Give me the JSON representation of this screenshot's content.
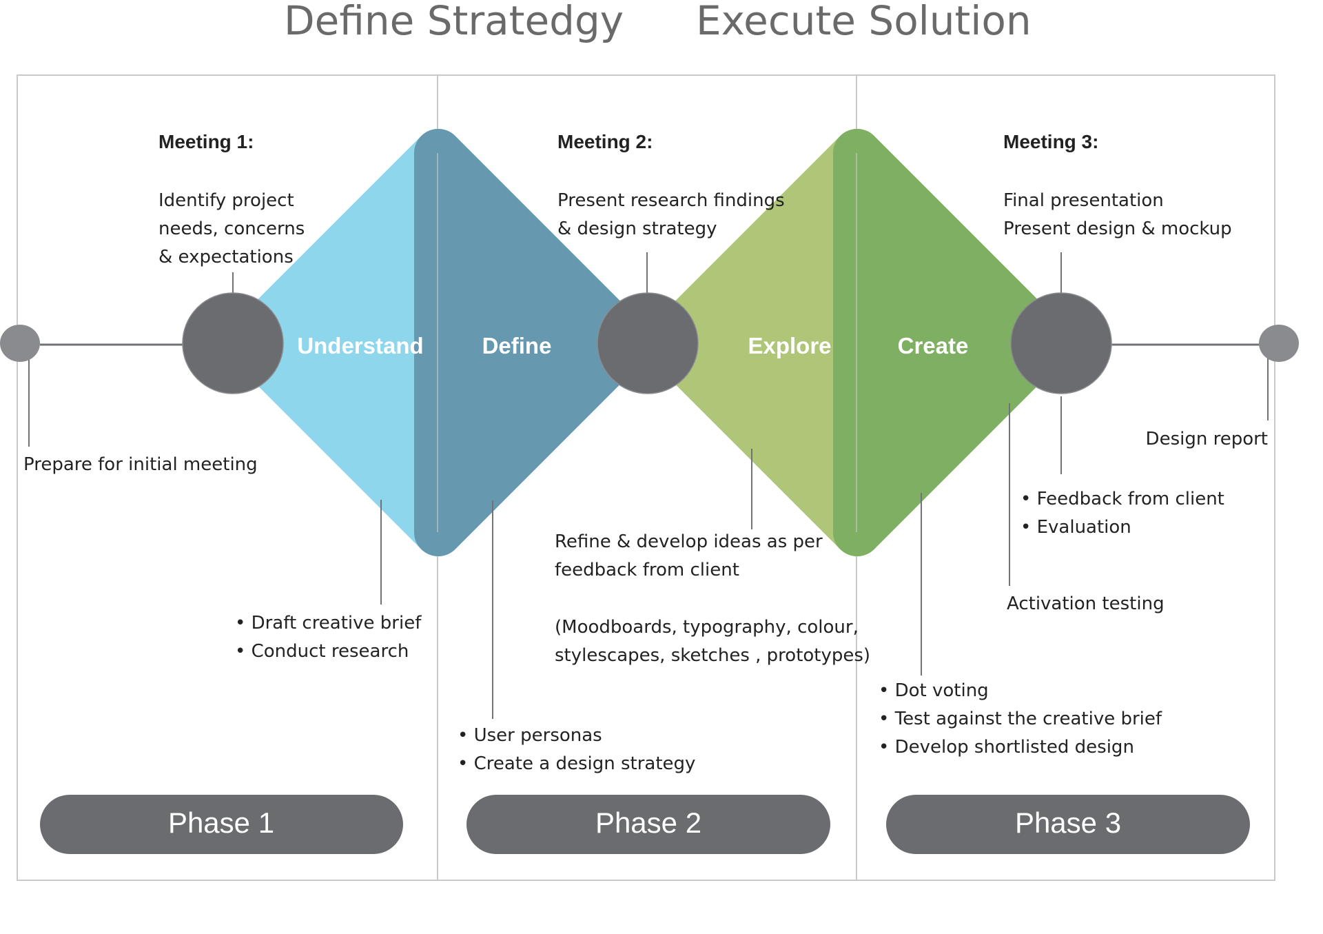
{
  "headers": {
    "left": "Define Stratedgy",
    "right": "Execute Solution"
  },
  "meetings": [
    {
      "title": "Meeting 1:",
      "lines": [
        "Identify project",
        "needs, concerns",
        "& expectations"
      ]
    },
    {
      "title": "Meeting 2:",
      "lines": [
        "Present research findings",
        "& design strategy"
      ]
    },
    {
      "title": "Meeting 3:",
      "lines": [
        "Final presentation",
        "Present design & mockup"
      ]
    }
  ],
  "diamond_labels": {
    "understand": "Understand",
    "define": "Define",
    "explore": "Explore",
    "create": "Create"
  },
  "notes": {
    "prepare": "Prepare for initial meeting",
    "phase1_bullets": [
      "• Draft creative brief",
      "• Conduct research"
    ],
    "phase2_bullets": [
      "• User personas",
      "• Create a design strategy"
    ],
    "refine_lines": [
      "Refine & develop ideas as per",
      "feedback from client"
    ],
    "refine_paren": [
      "(Moodboards, typography, colour,",
      "stylescapes, sketches , prototypes)"
    ],
    "phase3_bullets": [
      "• Dot voting",
      "• Test against the creative brief",
      "• Develop shortlisted design"
    ],
    "activation": "Activation testing",
    "feedback_bullets": [
      "• Feedback from client",
      "• Evaluation"
    ],
    "design_report": "Design report"
  },
  "phases": [
    "Phase 1",
    "Phase 2",
    "Phase 3"
  ],
  "colors": {
    "understand": "#8dd6ec",
    "define": "#6699b0",
    "explore": "#afc679",
    "create": "#7faf62",
    "node": "#6b6c70",
    "endpoint": "#8a8b8e",
    "line": "#707275",
    "panel_border": "#c9c9c9",
    "header_text": "#6a6a6a",
    "body_text": "#222222",
    "phase_pill": "#6b6c70"
  }
}
